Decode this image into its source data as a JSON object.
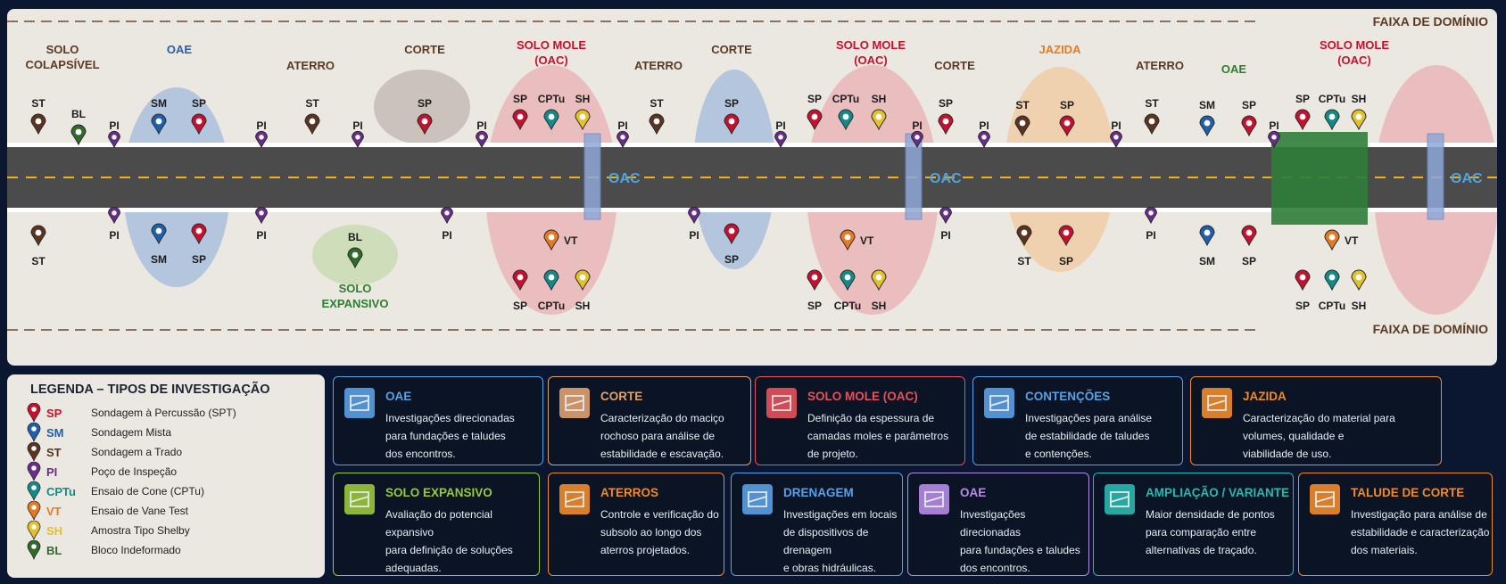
{
  "faixa": "FAIXA DE DOMÍNIO",
  "oac": "OAC",
  "zones": [
    {
      "id": "solo-colapsivel",
      "l1": "SOLO",
      "l2": "COLAPSÍVEL",
      "color": "#5a3a22"
    },
    {
      "id": "oae-1",
      "l1": "OAE",
      "color": "#2a5db0"
    },
    {
      "id": "aterro-1",
      "l1": "ATERRO",
      "color": "#5a3a22"
    },
    {
      "id": "corte-1",
      "l1": "CORTE",
      "color": "#5a3a22"
    },
    {
      "id": "solo-mole-1",
      "l1": "SOLO MOLE",
      "l2": "(OAC)",
      "color": "#c8102e"
    },
    {
      "id": "aterro-2",
      "l1": "ATERRO",
      "color": "#5a3a22"
    },
    {
      "id": "corte-2",
      "l1": "CORTE",
      "color": "#5a3a22"
    },
    {
      "id": "solo-mole-2",
      "l1": "SOLO MOLE",
      "l2": "(OAC)",
      "color": "#c8102e"
    },
    {
      "id": "corte-3",
      "l1": "CORTE",
      "color": "#5a3a22"
    },
    {
      "id": "jazida",
      "l1": "JAZIDA",
      "color": "#e8791c"
    },
    {
      "id": "aterro-3",
      "l1": "ATERRO",
      "color": "#5a3a22"
    },
    {
      "id": "oae-2",
      "l1": "OAE",
      "color": "#2e7d32"
    },
    {
      "id": "solo-mole-3",
      "l1": "SOLO MOLE",
      "l2": "(OAC)",
      "color": "#c8102e"
    },
    {
      "id": "solo-expansivo",
      "l1": "SOLO",
      "l2": "EXPANSIVO",
      "color": "#2e7d32"
    }
  ],
  "pin_types": {
    "SP": "#c8102e",
    "SM": "#1f5fae",
    "ST": "#5a3420",
    "PI": "#6a2c8a",
    "CPTu": "#138a8a",
    "VT": "#e8791c",
    "SH": "#e2c12a",
    "BL": "#2f6b2a"
  },
  "pins": [
    {
      "t": "ST",
      "label": "ST"
    },
    {
      "t": "BL",
      "label": "BL"
    },
    {
      "t": "PI",
      "label": "PI"
    },
    {
      "t": "SM",
      "label": "SM"
    },
    {
      "t": "SP",
      "label": "SP"
    },
    {
      "t": "PI",
      "label": "PI"
    },
    {
      "t": "ST",
      "label": "ST"
    },
    {
      "t": "PI",
      "label": "PI"
    },
    {
      "t": "SP",
      "label": "SP"
    },
    {
      "t": "PI",
      "label": "PI"
    },
    {
      "t": "SP",
      "label": "SP"
    },
    {
      "t": "CPTu",
      "label": "CPTu"
    },
    {
      "t": "SH",
      "label": "SH"
    },
    {
      "t": "PI",
      "label": "PI"
    },
    {
      "t": "ST",
      "label": "ST"
    },
    {
      "t": "SP",
      "label": "SP"
    },
    {
      "t": "PI",
      "label": "PI"
    },
    {
      "t": "SP",
      "label": "SP"
    },
    {
      "t": "CPTu",
      "label": "CPTu"
    },
    {
      "t": "SH",
      "label": "SH"
    },
    {
      "t": "PI",
      "label": "PI"
    },
    {
      "t": "SP",
      "label": "SP"
    },
    {
      "t": "PI",
      "label": "PI"
    },
    {
      "t": "ST",
      "label": "ST"
    },
    {
      "t": "SP",
      "label": "SP"
    },
    {
      "t": "PI",
      "label": "PI"
    },
    {
      "t": "ST",
      "label": "ST"
    },
    {
      "t": "SM",
      "label": "SM"
    },
    {
      "t": "SP",
      "label": "SP"
    },
    {
      "t": "PI",
      "label": "PI"
    },
    {
      "t": "SP",
      "label": "SP"
    },
    {
      "t": "CPTu",
      "label": "CPTu"
    },
    {
      "t": "SH",
      "label": "SH"
    },
    {
      "t": "ST",
      "label": "ST"
    },
    {
      "t": "PI",
      "label": "PI"
    },
    {
      "t": "SM",
      "label": "SM"
    },
    {
      "t": "SP",
      "label": "SP"
    },
    {
      "t": "PI",
      "label": "PI"
    },
    {
      "t": "BL",
      "label": "BL"
    },
    {
      "t": "PI",
      "label": "PI"
    },
    {
      "t": "VT",
      "label": "VT"
    },
    {
      "t": "SP",
      "label": "SP"
    },
    {
      "t": "CPTu",
      "label": "CPTu"
    },
    {
      "t": "SH",
      "label": "SH"
    },
    {
      "t": "PI",
      "label": "PI"
    },
    {
      "t": "SP",
      "label": "SP"
    },
    {
      "t": "VT",
      "label": "VT"
    },
    {
      "t": "SP",
      "label": "SP"
    },
    {
      "t": "CPTu",
      "label": "CPTu"
    },
    {
      "t": "SH",
      "label": "SH"
    },
    {
      "t": "PI",
      "label": "PI"
    },
    {
      "t": "ST",
      "label": "ST"
    },
    {
      "t": "SP",
      "label": "SP"
    },
    {
      "t": "PI",
      "label": "PI"
    },
    {
      "t": "SM",
      "label": "SM"
    },
    {
      "t": "SP",
      "label": "SP"
    },
    {
      "t": "VT",
      "label": "VT"
    },
    {
      "t": "SP",
      "label": "SP"
    },
    {
      "t": "CPTu",
      "label": "CPTu"
    },
    {
      "t": "SH",
      "label": "SH"
    }
  ],
  "legend": {
    "title": "LEGENDA – TIPOS DE INVESTIGAÇÃO",
    "items": [
      {
        "code": "SP",
        "desc": "Sondagem à Percussão (SPT)"
      },
      {
        "code": "SM",
        "desc": "Sondagem Mista"
      },
      {
        "code": "ST",
        "desc": "Sondagem a Trado"
      },
      {
        "code": "PI",
        "desc": "Poço de Inspeção"
      },
      {
        "code": "CPTu",
        "desc": "Ensaio de Cone (CPTu)"
      },
      {
        "code": "VT",
        "desc": "Ensaio de Vane Test"
      },
      {
        "code": "SH",
        "desc": "Amostra Tipo Shelby"
      },
      {
        "code": "BL",
        "desc": "Bloco Indeformado"
      }
    ]
  },
  "cards": [
    {
      "title": "OAE",
      "desc": "Investigações direcionadas\npara fundações e taludes\ndos encontros.",
      "color": "#5aa0e6",
      "icon": "bridge-icon"
    },
    {
      "title": "CORTE",
      "desc": "Caracterização do maciço\nrochoso para análise de\nestabilidade e escavação.",
      "color": "#e0a070",
      "icon": "mountain-icon"
    },
    {
      "title": "SOLO MOLE (OAC)",
      "desc": "Definição da espessura de\ncamadas moles e parâmetros\nde projeto.",
      "color": "#e8505a",
      "icon": "waves-icon"
    },
    {
      "title": "CONTENÇÕES",
      "desc": "Investigações para análise\nde estabilidade de taludes\ne contenções.",
      "color": "#5aa0e6",
      "icon": "retaining-wall-icon"
    },
    {
      "title": "JAZIDA",
      "desc": "Caracterização do material para\nvolumes, qualidade e\nviabilidade de uso.",
      "color": "#f08a2a",
      "icon": "truck-icon"
    },
    {
      "title": "SOLO EXPANSIVO",
      "desc": "Avaliação do potencial expansivo\npara definição de soluções\nadequadas.",
      "color": "#9ac83a",
      "icon": "cube-icon"
    },
    {
      "title": "ATERROS",
      "desc": "Controle e verificação do\nsubsolo ao longo dos\naterros projetados.",
      "color": "#f08a2a",
      "icon": "embankment-icon"
    },
    {
      "title": "DRENAGEM",
      "desc": "Investigações em locais\nde dispositivos de drenagem\ne obras hidráulicas.",
      "color": "#5aa0e6",
      "icon": "drain-icon"
    },
    {
      "title": "OAE",
      "desc": "Investigações direcionadas\npara fundações e taludes\ndos encontros.",
      "color": "#b68be6",
      "icon": "bridge-icon"
    },
    {
      "title": "AMPLIAÇÃO / VARIANTE",
      "desc": "Maior densidade de pontos\npara comparação entre\nalternativas de traçado.",
      "color": "#2ab8b0",
      "icon": "road-junction-icon"
    },
    {
      "title": "TALUDE DE CORTE",
      "desc": "Investigação para análise de\nestabilidade e caracterização\ndos materiais.",
      "color": "#f08a2a",
      "icon": "slope-icon"
    }
  ]
}
